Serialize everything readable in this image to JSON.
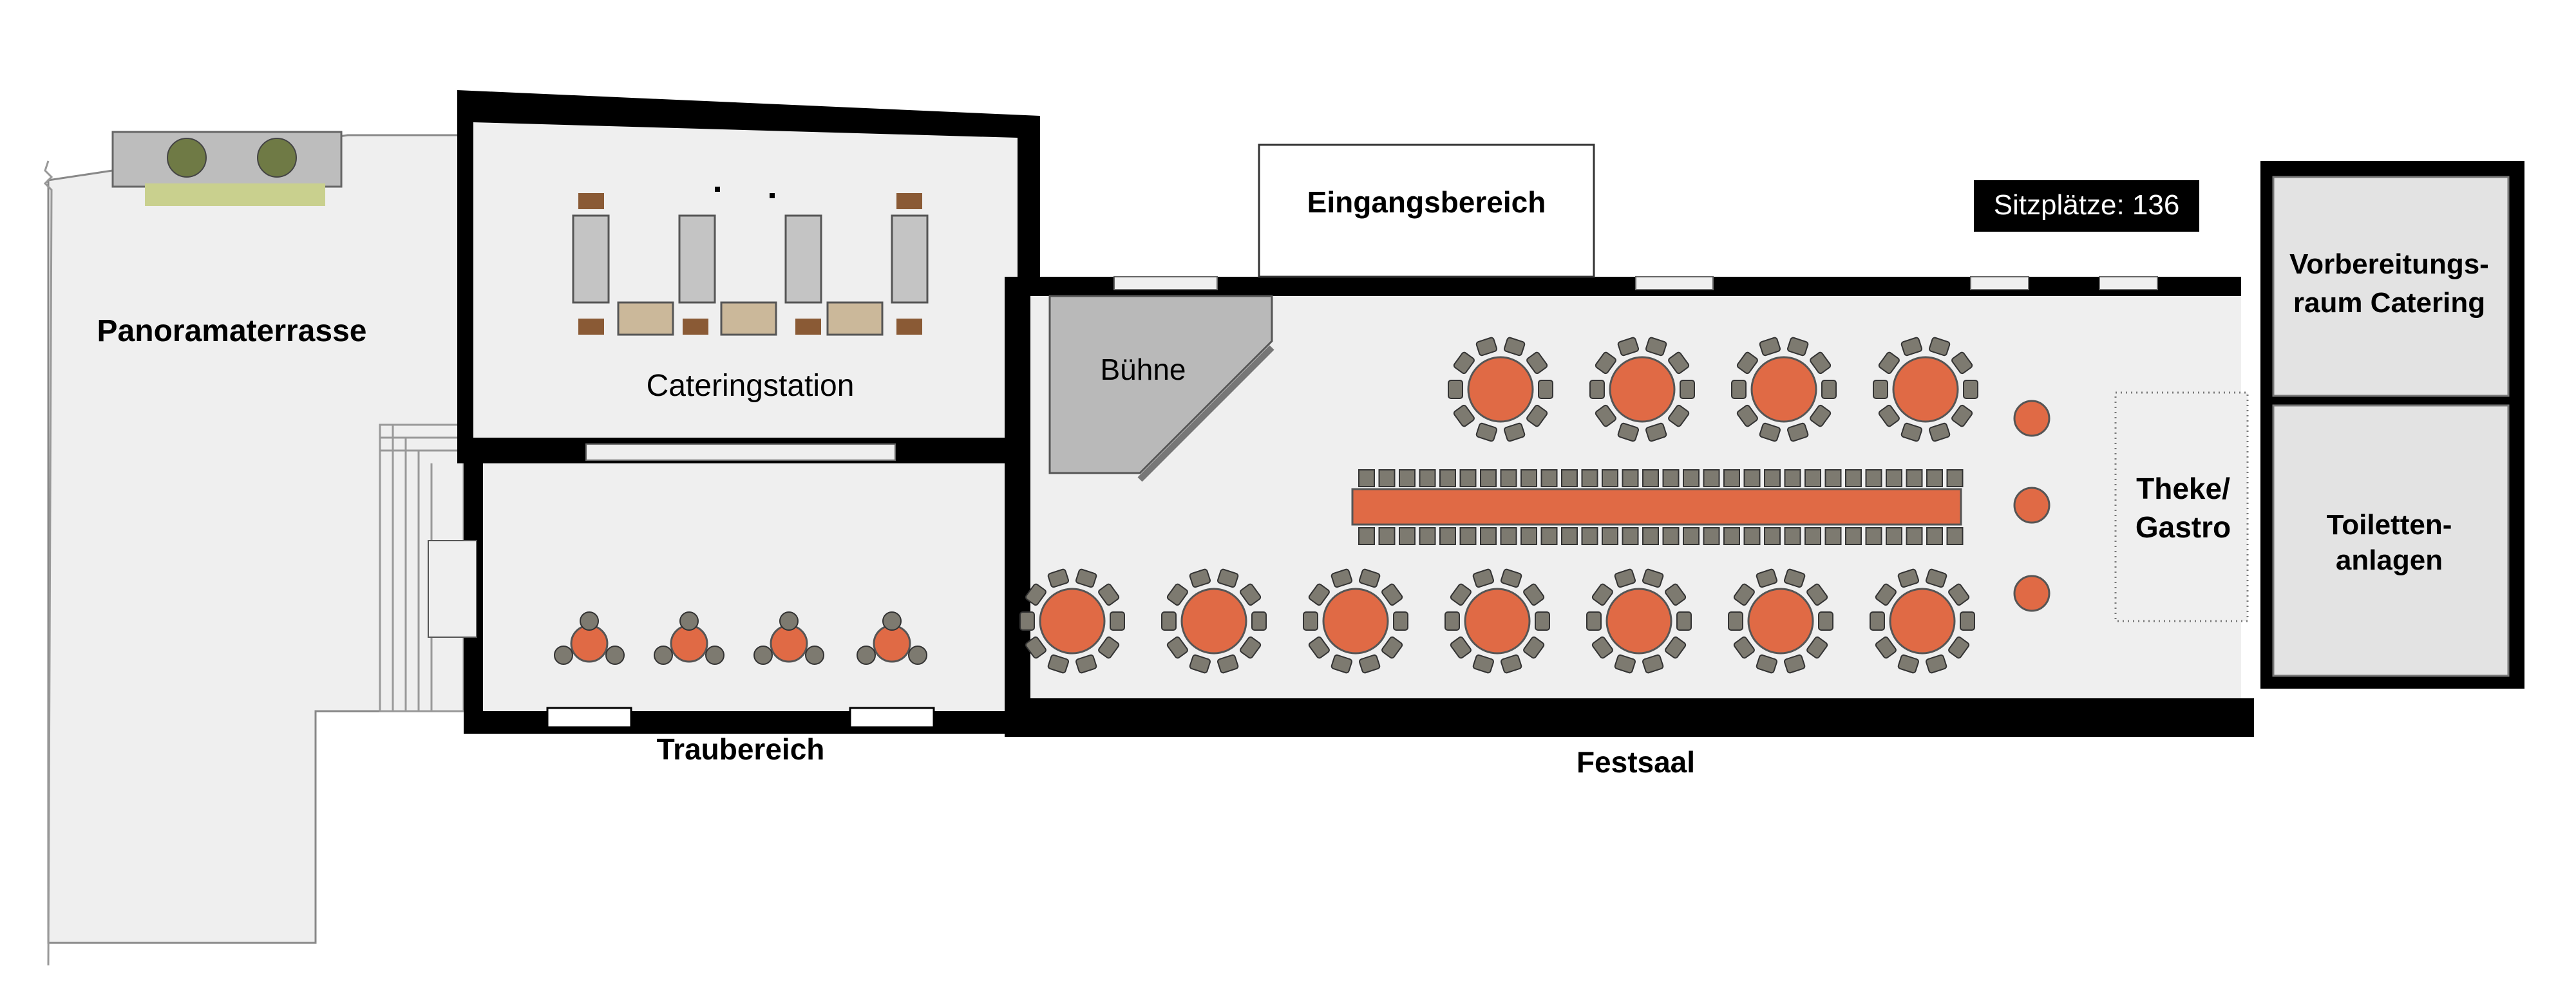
{
  "labels": {
    "panoramaterrasse": "Panoramaterrasse",
    "cateringstation": "Cateringstation",
    "traubereich": "Traubereich",
    "eingangsbereich": "Eingangsbereich",
    "buehne": "Bühne",
    "festsaal": "Festsaal",
    "theke_line1": "Theke/",
    "theke_line2": "Gastro",
    "vorbereitung_line1": "Vorbereitungs-",
    "vorbereitung_line2": "raum Catering",
    "toiletten_line1": "Toiletten-",
    "toiletten_line2": "anlagen"
  },
  "seat_count_label": "Sitzplätze: 136",
  "colors": {
    "wall": "#000000",
    "floor": "#efefef",
    "table": "#e06a45",
    "chair": "#7d7a70",
    "stage": "#b9b9b9",
    "catering_unit": "#c4c4c4",
    "crate": "#8a5a35",
    "planter": "#c9d08e",
    "bush": "#6f7a45",
    "terrace": "#efefef"
  },
  "icons": {
    "door": "door-swing-icon",
    "window": "window-icon",
    "round_table": "round-table-icon",
    "chair": "chair-icon"
  }
}
